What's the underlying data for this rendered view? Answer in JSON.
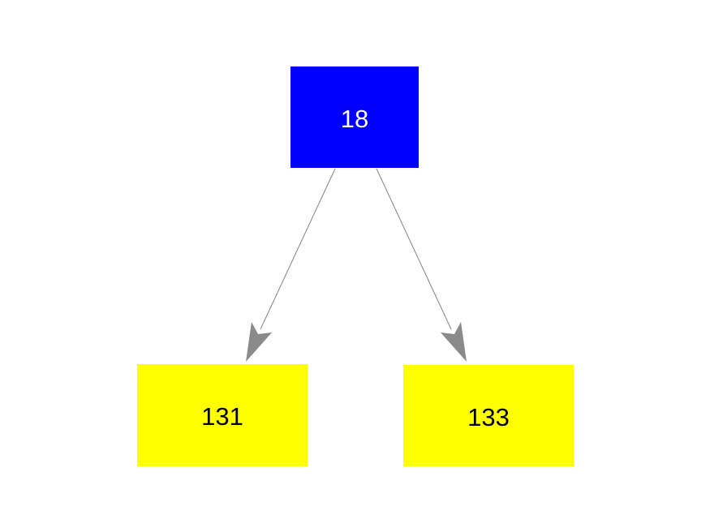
{
  "diagram": {
    "background_color": "#ffffff",
    "edge_color": "#848484",
    "arrow_color": "#8a8a8a",
    "nodes": {
      "root": {
        "label": "18",
        "fill": "#0000ff",
        "text_color": "#ffffff",
        "shape": "box"
      },
      "left": {
        "label": "131",
        "fill": "#ffff00",
        "text_color": "#000000",
        "shape": "box"
      },
      "right": {
        "label": "133",
        "fill": "#ffff00",
        "text_color": "#000000",
        "shape": "box"
      }
    },
    "edges": [
      {
        "from": "18",
        "to": "131",
        "direction": "to"
      },
      {
        "from": "18",
        "to": "133",
        "direction": "to"
      }
    ]
  }
}
